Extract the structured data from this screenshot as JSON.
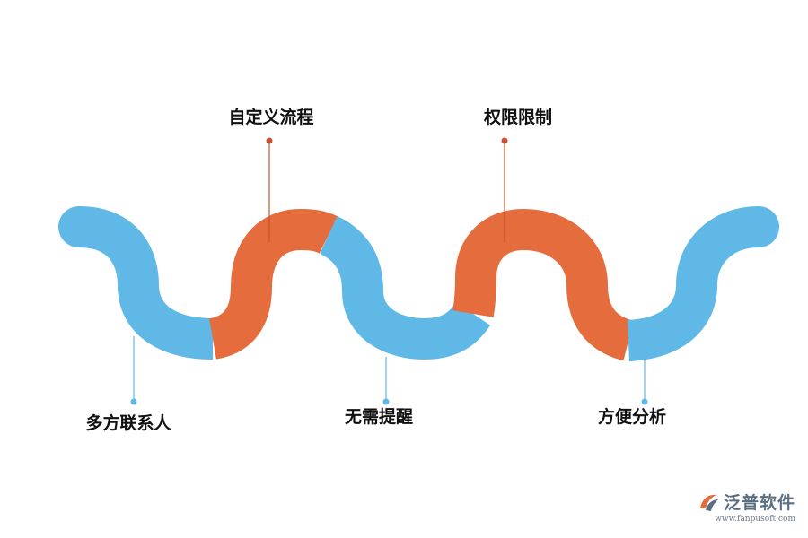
{
  "colors": {
    "blue": "#5fb8e6",
    "orange": "#e56d3d",
    "blue_leader": "#5fb8e6",
    "orange_leader": "#c7522c"
  },
  "labels": {
    "top_1": "自定义流程",
    "top_2": "权限限制",
    "bottom_1": "多方联系人",
    "bottom_2": "无需提醒",
    "bottom_3": "方便分析"
  },
  "logo": {
    "name": "泛普软件",
    "url": "www.fanpusoft.com"
  }
}
